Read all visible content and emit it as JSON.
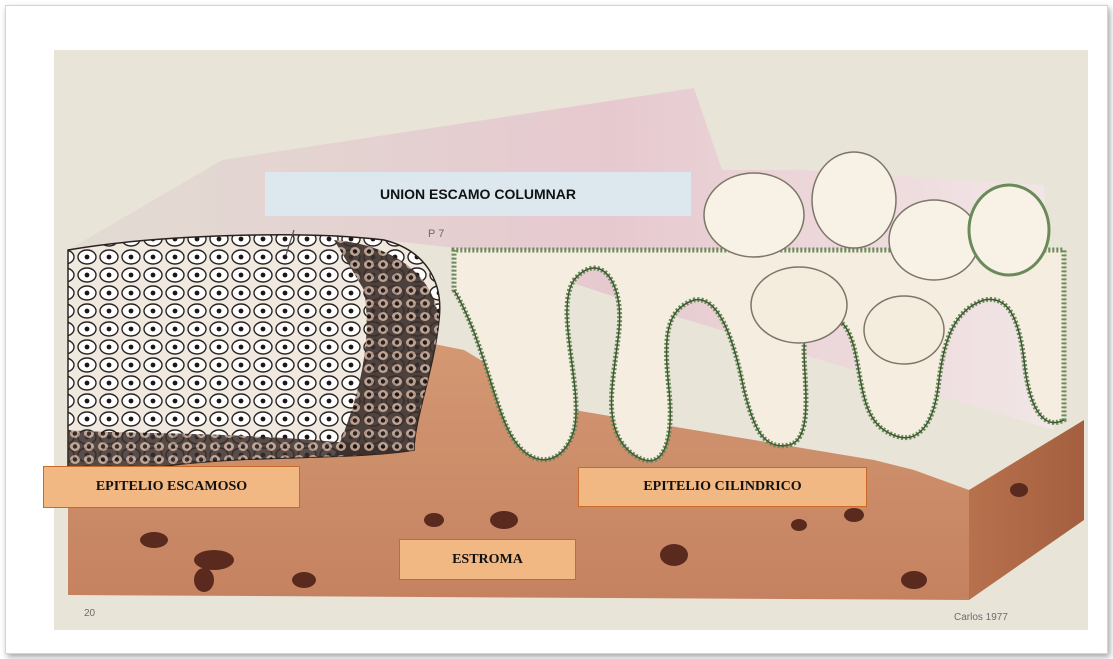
{
  "labels": {
    "union": "UNION ESCAMO COLUMNAR",
    "escamoso": "EPITELIO ESCAMOSO",
    "cilindrico": "EPITELIO CILINDRICO",
    "estroma": "ESTROMA",
    "marker": "P 7"
  },
  "footer": {
    "page_number": "20",
    "signature": "Carlos 1977"
  },
  "colors": {
    "label_fill": "#f2b883",
    "label_border": "#c9692a",
    "union_fill": "#dde8ee",
    "stroma": "#c98862",
    "squamous_cells": "#2a2220",
    "columnar_surface": "#f4ecdc"
  }
}
